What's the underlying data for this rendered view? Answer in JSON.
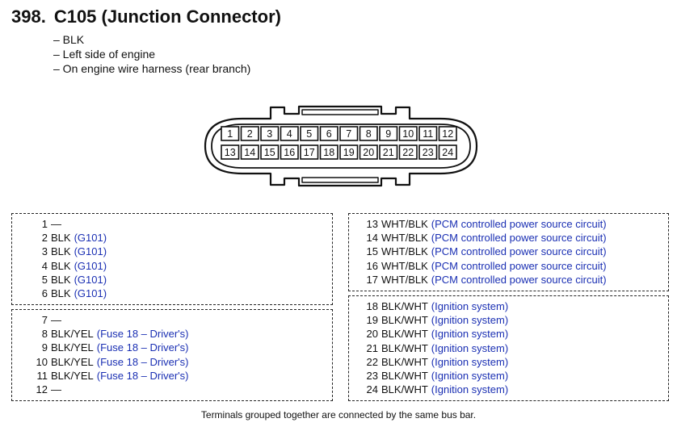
{
  "header": {
    "number": "398.",
    "title": "C105 (Junction Connector)"
  },
  "details": [
    "– BLK",
    "– Left side of engine",
    "– On engine wire harness (rear branch)"
  ],
  "connector": {
    "top_row": [
      "1",
      "2",
      "3",
      "4",
      "5",
      "6",
      "7",
      "8",
      "9",
      "10",
      "11",
      "12"
    ],
    "bottom_row": [
      "13",
      "14",
      "15",
      "16",
      "17",
      "18",
      "19",
      "20",
      "21",
      "22",
      "23",
      "24"
    ]
  },
  "groups": [
    {
      "id": "left-top",
      "rows": [
        {
          "num": "1",
          "color": "—",
          "circuit": ""
        },
        {
          "num": "2",
          "color": "BLK",
          "circuit": "(G101)"
        },
        {
          "num": "3",
          "color": "BLK",
          "circuit": "(G101)"
        },
        {
          "num": "4",
          "color": "BLK",
          "circuit": "(G101)"
        },
        {
          "num": "5",
          "color": "BLK",
          "circuit": "(G101)"
        },
        {
          "num": "6",
          "color": "BLK",
          "circuit": "(G101)"
        }
      ]
    },
    {
      "id": "left-bottom",
      "rows": [
        {
          "num": "7",
          "color": "—",
          "circuit": ""
        },
        {
          "num": "8",
          "color": "BLK/YEL",
          "circuit": "(Fuse 18 – Driver's)"
        },
        {
          "num": "9",
          "color": "BLK/YEL",
          "circuit": "(Fuse 18 – Driver's)"
        },
        {
          "num": "10",
          "color": "BLK/YEL",
          "circuit": "(Fuse 18 – Driver's)"
        },
        {
          "num": "11",
          "color": "BLK/YEL",
          "circuit": "(Fuse 18 – Driver's)"
        },
        {
          "num": "12",
          "color": "—",
          "circuit": ""
        }
      ]
    },
    {
      "id": "right-top",
      "rows": [
        {
          "num": "13",
          "color": "WHT/BLK",
          "circuit": "(PCM controlled power source circuit)"
        },
        {
          "num": "14",
          "color": "WHT/BLK",
          "circuit": "(PCM controlled power source circuit)"
        },
        {
          "num": "15",
          "color": "WHT/BLK",
          "circuit": "(PCM controlled power source circuit)"
        },
        {
          "num": "16",
          "color": "WHT/BLK",
          "circuit": "(PCM controlled power source circuit)"
        },
        {
          "num": "17",
          "color": "WHT/BLK",
          "circuit": "(PCM controlled power source circuit)"
        }
      ]
    },
    {
      "id": "right-bottom",
      "rows": [
        {
          "num": "18",
          "color": "BLK/WHT",
          "circuit": "(Ignition system)"
        },
        {
          "num": "19",
          "color": "BLK/WHT",
          "circuit": "(Ignition system)"
        },
        {
          "num": "20",
          "color": "BLK/WHT",
          "circuit": "(Ignition system)"
        },
        {
          "num": "21",
          "color": "BLK/WHT",
          "circuit": "(Ignition system)"
        },
        {
          "num": "22",
          "color": "BLK/WHT",
          "circuit": "(Ignition system)"
        },
        {
          "num": "23",
          "color": "BLK/WHT",
          "circuit": "(Ignition system)"
        },
        {
          "num": "24",
          "color": "BLK/WHT",
          "circuit": "(Ignition system)"
        }
      ]
    }
  ],
  "footnote": "Terminals grouped together are connected by the same bus bar.",
  "colors": {
    "circuit_text": "#1a2fb3",
    "text": "#111111"
  }
}
